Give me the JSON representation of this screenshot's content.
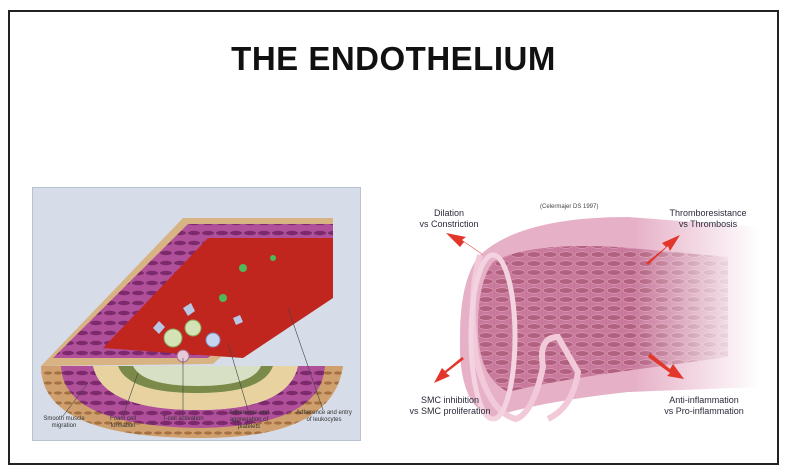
{
  "title": "THE ENDOTHELIUM",
  "left_figure": {
    "labels": [
      "Smooth muscle migration",
      "Foam cell formation",
      "T-cell activation",
      "Adherence and aggregation of platelets",
      "Adherence and entry of leukocytes"
    ]
  },
  "right_figure": {
    "citation": "(Celermajer DS 1997)",
    "labels": {
      "top_left": [
        "Dilation",
        "vs Constriction"
      ],
      "top_right": [
        "Thromboresistance",
        "vs Thrombosis"
      ],
      "bottom_left": [
        "SMC inhibition",
        "vs SMC proliferation"
      ],
      "bottom_right": [
        "Anti-inflammation",
        "vs Pro-inflammation"
      ]
    }
  },
  "colors": {
    "vessel_pink": "#d98fae",
    "lumen": "#8c3d5c",
    "blood": "#c0261e",
    "arrow": "#e2362a",
    "muscle_purple": "#9b3f8a"
  }
}
